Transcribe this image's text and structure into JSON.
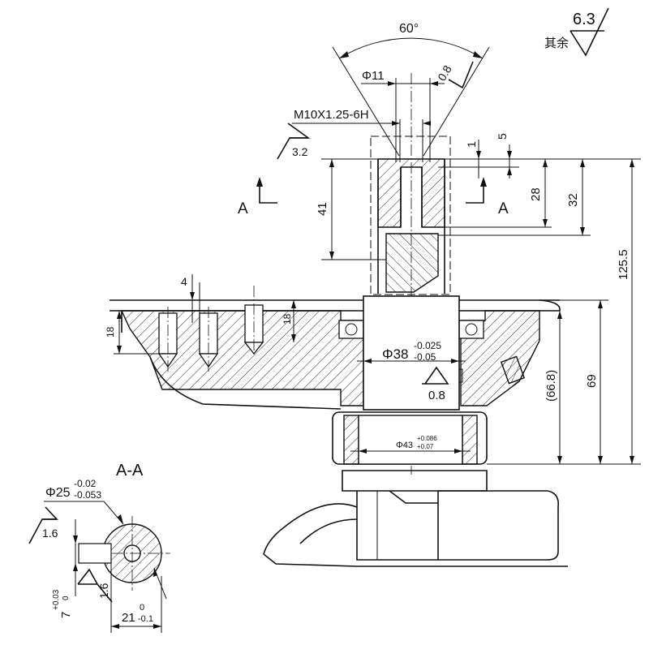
{
  "surface_finish": {
    "other_label": "其余",
    "other_value": "6.3"
  },
  "angle": {
    "countersink": "60°"
  },
  "dims": {
    "d11": "Φ11",
    "r08_top": "0.8",
    "thread": "M10X1.25-6H",
    "rough_thread": "3.2",
    "d1": "1",
    "d5": "5",
    "d28": "28",
    "d32": "32",
    "d41": "41",
    "d125_5": "125.5",
    "d4": "4",
    "d18_left": "18",
    "d18_mid": "18",
    "d38_main": "Φ38",
    "d38_upper": "-0.025",
    "d38_lower": "-0.05",
    "rough_bore": "0.8",
    "d66_8": "(66.8)",
    "d69": "69",
    "d43_main": "Φ43",
    "d43_upper": "+0.086",
    "d43_lower": "+0.07"
  },
  "section": {
    "arrow_left": "A",
    "arrow_right": "A",
    "title": "A-A",
    "d25_main": "Φ25",
    "d25_upper": "-0.02",
    "d25_lower": "-0.053",
    "rough_left": "1.6",
    "rough_right": "1.6",
    "d7_main": "7",
    "d7_upper": "+0.03",
    "d7_lower": "0",
    "d21_main": "21",
    "d21_upper": "0",
    "d21_lower": "-0.1"
  }
}
